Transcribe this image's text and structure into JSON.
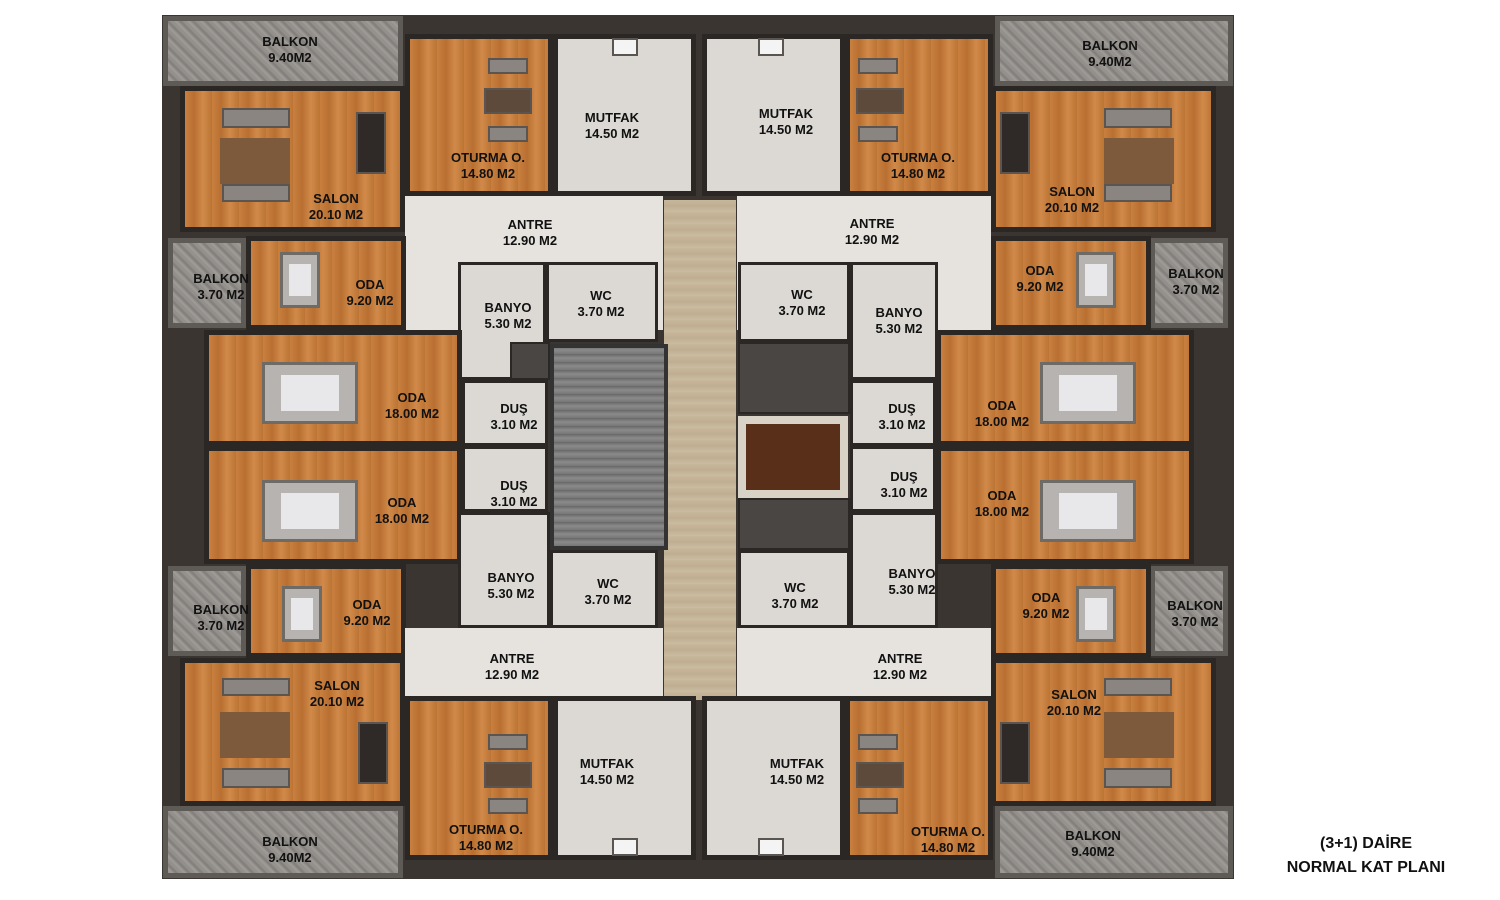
{
  "plan": {
    "rooms": [
      {
        "name": "BALKON",
        "area": "9.40M2"
      },
      {
        "name": "BALKON",
        "area": "9.40M2"
      },
      {
        "name": "MUTFAK",
        "area": "14.50 M2"
      },
      {
        "name": "MUTFAK",
        "area": "14.50 M2"
      },
      {
        "name": "OTURMA O.",
        "area": "14.80 M2"
      },
      {
        "name": "OTURMA O.",
        "area": "14.80 M2"
      },
      {
        "name": "SALON",
        "area": "20.10 M2"
      },
      {
        "name": "SALON",
        "area": "20.10 M2"
      },
      {
        "name": "ANTRE",
        "area": "12.90 M2"
      },
      {
        "name": "ANTRE",
        "area": "12.90 M2"
      },
      {
        "name": "BALKON",
        "area": "3.70 M2"
      },
      {
        "name": "ODA",
        "area": "9.20 M2"
      },
      {
        "name": "ODA",
        "area": "9.20 M2"
      },
      {
        "name": "BALKON",
        "area": "3.70 M2"
      },
      {
        "name": "BANYO",
        "area": "5.30 M2"
      },
      {
        "name": "WC",
        "area": "3.70 M2"
      },
      {
        "name": "WC",
        "area": "3.70 M2"
      },
      {
        "name": "BANYO",
        "area": "5.30 M2"
      },
      {
        "name": "ODA",
        "area": "18.00 M2"
      },
      {
        "name": "DUŞ",
        "area": "3.10 M2"
      },
      {
        "name": "DUŞ",
        "area": "3.10 M2"
      },
      {
        "name": "ODA",
        "area": "18.00 M2"
      },
      {
        "name": "ODA",
        "area": "18.00 M2"
      },
      {
        "name": "DUŞ",
        "area": "3.10 M2"
      },
      {
        "name": "DUŞ",
        "area": "3.10 M2"
      },
      {
        "name": "ODA",
        "area": "18.00 M2"
      },
      {
        "name": "BALKON",
        "area": "3.70 M2"
      },
      {
        "name": "ODA",
        "area": "9.20 M2"
      },
      {
        "name": "ODA",
        "area": "9.20 M2"
      },
      {
        "name": "BALKON",
        "area": "3.70 M2"
      },
      {
        "name": "BANYO",
        "area": "5.30 M2"
      },
      {
        "name": "WC",
        "area": "3.70 M2"
      },
      {
        "name": "WC",
        "area": "3.70 M2"
      },
      {
        "name": "BANYO",
        "area": "5.30 M2"
      },
      {
        "name": "ANTRE",
        "area": "12.90 M2"
      },
      {
        "name": "ANTRE",
        "area": "12.90 M2"
      },
      {
        "name": "SALON",
        "area": "20.10 M2"
      },
      {
        "name": "SALON",
        "area": "20.10 M2"
      },
      {
        "name": "MUTFAK",
        "area": "14.50 M2"
      },
      {
        "name": "MUTFAK",
        "area": "14.50 M2"
      },
      {
        "name": "BALKON",
        "area": "9.40M2"
      },
      {
        "name": "OTURMA O.",
        "area": "14.80 M2"
      },
      {
        "name": "OTURMA O.",
        "area": "14.80 M2"
      },
      {
        "name": "BALKON",
        "area": "9.40M2"
      }
    ],
    "caption_line1": "(3+1) DAİRE",
    "caption_line2": "NORMAL KAT PLANI"
  },
  "colors": {
    "wood": "#c07a3a",
    "stone": "#8f8c88",
    "tile": "#dcd9d5",
    "wall": "#2b2724",
    "elevator": "#5a2f1a"
  }
}
